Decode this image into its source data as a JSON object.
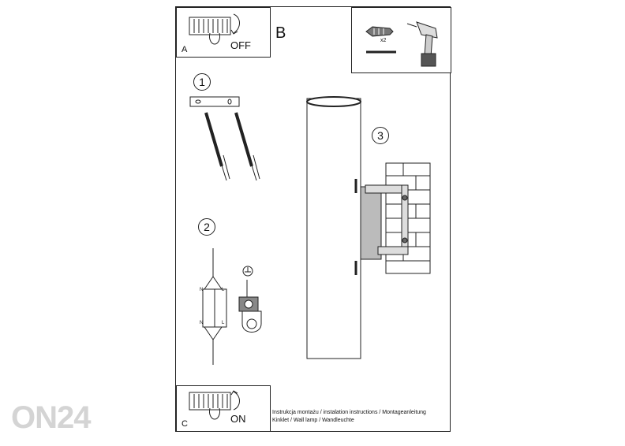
{
  "panel_a": {
    "letter": "A",
    "switch_label": "OFF"
  },
  "panel_b": {
    "letter": "B",
    "quantity_label": "x2"
  },
  "panel_c": {
    "letter": "C",
    "switch_label": "ON"
  },
  "steps": [
    "1",
    "2",
    "3"
  ],
  "wiring": {
    "top_left": "N",
    "top_right": "L",
    "bottom_left": "N",
    "bottom_right": "L"
  },
  "captions": {
    "line1": "Instrukcja montażu / instalation instructions / Montageanleitung",
    "line2": "Kinklet / Wall lamp / Wandleuchte"
  },
  "watermark": "ON24"
}
